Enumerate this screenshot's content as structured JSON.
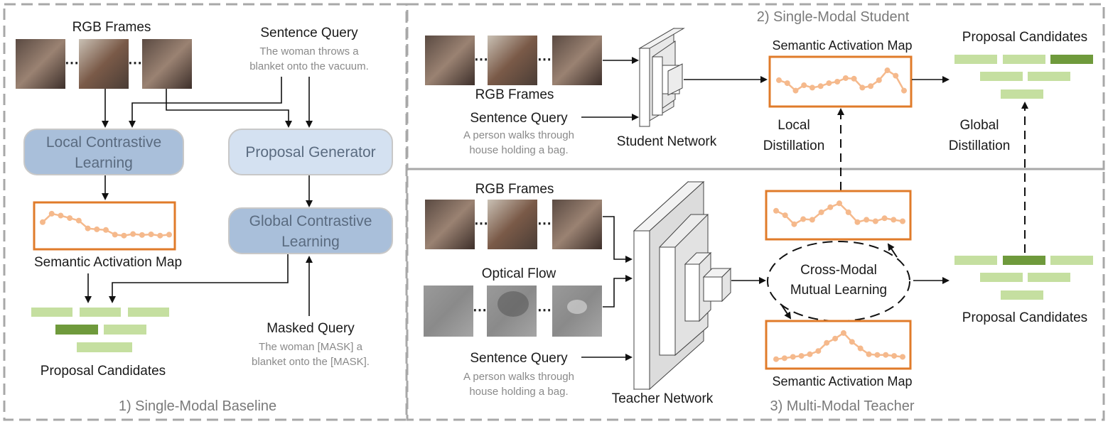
{
  "colors": {
    "sam_border": "#e07b2a",
    "sam_line": "#f5b98c",
    "proposal_light": "#c5dfa0",
    "proposal_dark": "#6f9a3c",
    "module_box": "#a9bfda",
    "module_box_light": "#d4e1f1",
    "panel_border": "#a8a8a8"
  },
  "baseline": {
    "title": "1) Single-Modal Baseline",
    "rgb_label": "RGB Frames",
    "query_label": "Sentence Query",
    "query_text_1": "The woman throws a",
    "query_text_2": "blanket onto the vacuum.",
    "local_box_1": "Local Contrastive",
    "local_box_2": "Learning",
    "proposal_gen": "Proposal Generator",
    "global_box_1": "Global Contrastive",
    "global_box_2": "Learning",
    "sam_label": "Semantic Activation Map",
    "masked_label": "Masked Query",
    "masked_text_1": "The woman [MASK] a",
    "masked_text_2": "blanket onto the [MASK].",
    "proposal_label": "Proposal Candidates",
    "sam_values": [
      0.55,
      0.82,
      0.76,
      0.68,
      0.6,
      0.35,
      0.32,
      0.3,
      0.15,
      0.12,
      0.17,
      0.14,
      0.16,
      0.12,
      0.15
    ]
  },
  "student": {
    "title": "2) Single-Modal Student",
    "rgb_label": "RGB Frames",
    "query_label": "Sentence Query",
    "query_text_1": "A person walks through",
    "query_text_2": "house holding a bag.",
    "network_label": "Student Network",
    "sam_label": "Semantic Activation Map",
    "proposal_label": "Proposal Candidates",
    "local_1": "Local",
    "local_2": "Distillation",
    "global_1": "Global",
    "global_2": "Distillation",
    "sam_values": [
      0.55,
      0.45,
      0.2,
      0.38,
      0.3,
      0.35,
      0.45,
      0.5,
      0.62,
      0.6,
      0.3,
      0.35,
      0.55,
      0.88,
      0.7,
      0.2
    ]
  },
  "teacher": {
    "title": "3) Multi-Modal Teacher",
    "rgb_label": "RGB Frames",
    "flow_label": "Optical Flow",
    "query_label": "Sentence Query",
    "query_text_1": "A person walks through",
    "query_text_2": "house holding a bag.",
    "network_label": "Teacher Network",
    "cross_1": "Cross-Modal",
    "cross_2": "Mutual Learning",
    "sam_label": "Semantic Activation Map",
    "proposal_label": "Proposal Candidates",
    "sam_top_values": [
      0.6,
      0.45,
      0.15,
      0.32,
      0.3,
      0.55,
      0.72,
      0.85,
      0.55,
      0.22,
      0.3,
      0.25,
      0.35,
      0.3,
      0.25
    ],
    "sam_bottom_values": [
      0.05,
      0.08,
      0.12,
      0.15,
      0.2,
      0.3,
      0.55,
      0.68,
      0.85,
      0.58,
      0.38,
      0.2,
      0.18,
      0.18,
      0.15,
      0.12
    ]
  }
}
